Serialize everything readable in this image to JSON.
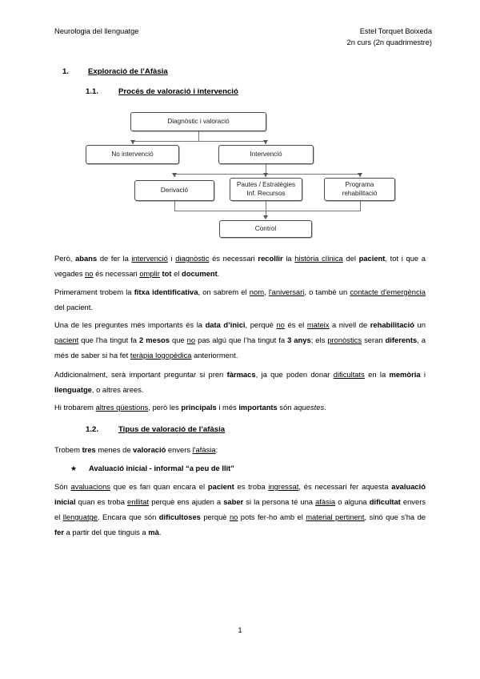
{
  "document": {
    "header": {
      "course_title": "Neurologia del llenguatge",
      "author": "Estel Torquet Boixeda",
      "term": "2n curs (2n quadrimestre)"
    },
    "page_number": "1"
  },
  "headings": {
    "section_1_number": "1.",
    "section_1_title": "Exploració de l’Afàsia",
    "section_1_1_number": "1.1.",
    "section_1_1_title": "Procés de valoració i intervenció",
    "section_1_2_number": "1.2.",
    "section_1_2_title": "Tipus de valoració de l’afàsia"
  },
  "flowchart": {
    "title": "Procés de valoració i intervenció",
    "nodes": {
      "diagnostic": "Diagnòstic i valoració",
      "no_intervencio": "No intervenció",
      "intervencio": "Intervenció",
      "derivacio": "Derivació",
      "pautes_line1": "Pautes / Estratègies",
      "pautes_line2": "Inf. Recursos",
      "programa_line1": "Programa",
      "programa_line2": "rehabilitació",
      "control": "Control"
    },
    "border_color": "#4a4a4a",
    "line_color": "#777777"
  },
  "bullet": {
    "marker": "★",
    "text": "Avaluació inicial - informal “a peu de llit”"
  },
  "paragraphs": {
    "p1_html": "Però, <b>abans</b> de fer la <u>intervenció</u> i <u>diagnòstic</u> és necessari <b>recollir</b> la <u>història clínica</u> del <b>pacient</b>, tot i que a vegades <u>no</u> és necessari <u>omplir</u> <b>tot</b> el <b>document</b>.",
    "p2_html": "Primerament trobem la <b>fitxa identificativa</b>, on sabrem el <u>nom</u>, <u>l'aniversari</u>, o també un <u>contacte d'emergència</u> del pacient.",
    "p3_html": "Una de les preguntes més importants és la <b>data d’inici</b>, perquè <u>no</u> és el <u>mateix</u> a nivell de <b>rehabilitació</b> un <u>pacient</u> que l'ha tingut fa <b>2 mesos</b> que <u>no</u> pas algú que l’ha tingut fa <b>3 anys</b>; els <u>pronòstics</u> seran <b>diferents</b>, a més de saber si ha fet <u>teràpia logopèdica</u> anteriorment.",
    "p4_html": "Addicionalment, serà important preguntar si pren <b>fàrmacs</b>, ja que poden donar <u>dificultats</u> en la <b>memòria</b> i <b>llenguatge</b>, o altres àrees.",
    "p5_html": "Hi trobarem <u>altres qüestions</u>, però les <b>principals</b> i més <b>importants</b> són <i>aquestes</i>.",
    "p6_html": "Trobem <b>tres</b> menes de <b>valoració</b> envers <u>l'afàsia</u>:",
    "p7_html": "Són <u>avaluacions</u> que es fan quan encara el <b>pacient</b> es troba <u>ingressat</u>, és necessari fer aquesta <b>avaluació inicial</b> quan es troba <u>enllitat</u> perquè ens ajuden a <b>saber</b> si la persona té una <u>afàsia</u> o alguna <b>dificultat</b> envers el <u>llenguatge</u>. Encara que són <b>dificultoses</b> perquè <u>no</u> pots fer-ho amb el <u>material pertinent</u>, sinó que s'ha de <b>fer</b> a partir del que tinguis a <b>mà</b>."
  }
}
